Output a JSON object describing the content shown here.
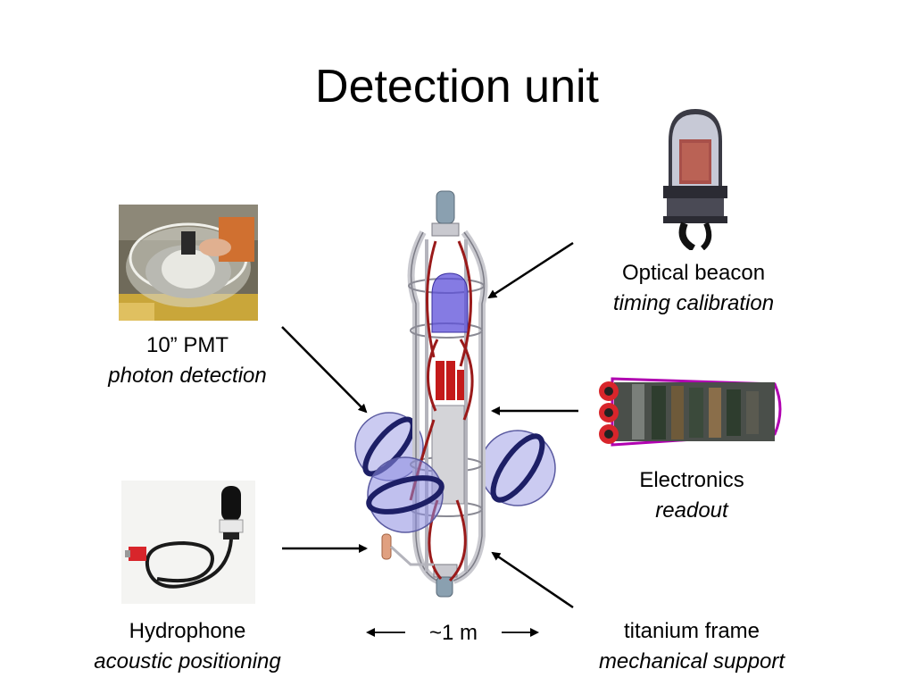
{
  "title": "Detection unit",
  "components": {
    "pmt": {
      "name": "10” PMT",
      "role": "photon detection"
    },
    "beacon": {
      "name": "Optical beacon",
      "role": "timing calibration"
    },
    "electronics": {
      "name": "Electronics",
      "role": "readout"
    },
    "hydrophone": {
      "name": "Hydrophone",
      "role": "acoustic positioning"
    },
    "frame": {
      "name": "titanium frame",
      "role": "mechanical support"
    }
  },
  "scale": {
    "label": "~1 m"
  },
  "colors": {
    "frame": "#c9c9cf",
    "cable": "#9a1a1a",
    "sphere": "#8c8ce0",
    "band": "#1d1f66",
    "beacon": "#5c4fd9",
    "electronics_glow": "#b000b0"
  }
}
